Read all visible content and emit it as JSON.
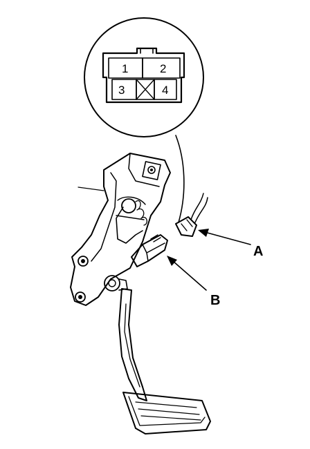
{
  "connector": {
    "pins": [
      "1",
      "2",
      "3",
      "4"
    ]
  },
  "callouts": {
    "a": "A",
    "b": "B"
  }
}
